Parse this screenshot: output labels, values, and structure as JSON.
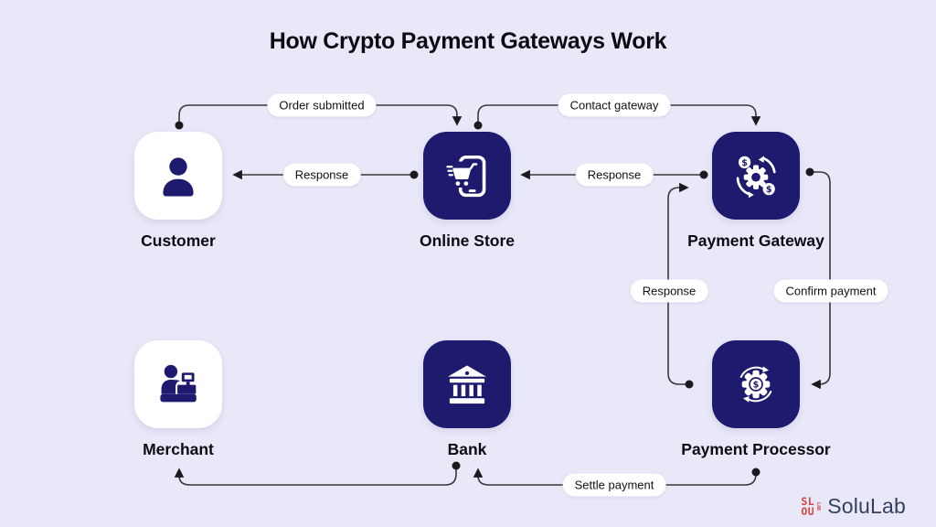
{
  "title": "How Crypto Payment Gateways Work",
  "nodes": {
    "customer": {
      "label": "Customer",
      "icon": "person-icon",
      "variant": "light"
    },
    "online_store": {
      "label": "Online Store",
      "icon": "mobile-shopping-cart-icon",
      "variant": "dark"
    },
    "payment_gateway": {
      "label": "Payment Gateway",
      "icon": "currency-exchange-gear-icon",
      "variant": "dark"
    },
    "merchant": {
      "label": "Merchant",
      "icon": "cashier-register-icon",
      "variant": "light"
    },
    "bank": {
      "label": "Bank",
      "icon": "bank-building-icon",
      "variant": "dark"
    },
    "payment_processor": {
      "label": "Payment Processor",
      "icon": "gear-dollar-sync-icon",
      "variant": "dark"
    }
  },
  "edges": [
    {
      "from": "customer",
      "to": "online_store",
      "label": "Order submitted"
    },
    {
      "from": "online_store",
      "to": "payment_gateway",
      "label": "Contact gateway"
    },
    {
      "from": "online_store",
      "to": "customer",
      "label": "Response"
    },
    {
      "from": "payment_gateway",
      "to": "online_store",
      "label": "Response"
    },
    {
      "from": "payment_processor",
      "to": "payment_gateway",
      "label": "Response"
    },
    {
      "from": "payment_gateway",
      "to": "payment_processor",
      "label": "Confirm payment"
    },
    {
      "from": "payment_processor",
      "to": "bank",
      "label": "Settle payment"
    },
    {
      "from": "bank",
      "to": "merchant",
      "label": ""
    }
  ],
  "branding": {
    "logo_text": "SoluLab",
    "logo_mark_rows": [
      "SL",
      "OU"
    ],
    "logo_mark_side": "LAB"
  },
  "colors": {
    "background": "#e9e8f8",
    "node_dark": "#1e1a6e",
    "node_light": "#ffffff",
    "icon_navy": "#1e1a6e",
    "arrow": "#38383d",
    "pill_bg": "#ffffff",
    "pill_text": "#111116",
    "text": "#0b0b12",
    "logo_red": "#d8453e",
    "logo_text_color": "#33405e"
  }
}
